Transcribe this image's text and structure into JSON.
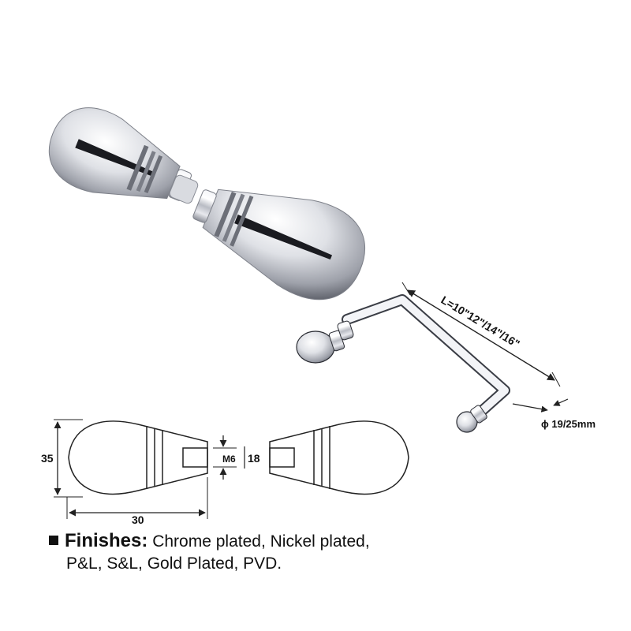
{
  "dimensions": {
    "height_35": "35",
    "length_30": "30",
    "thread_m6": "M6",
    "depth_18": "18",
    "bar_length": "L=10\"12\"/14\"/16\"",
    "diameter": "ϕ 19/25mm"
  },
  "finishes": {
    "label": "Finishes:",
    "line1": "Chrome plated, Nickel plated,",
    "line2": "P&L, S&L, Gold Plated, PVD."
  },
  "colors": {
    "chrome_light": "#ffffff",
    "chrome_mid": "#c9ccd3",
    "chrome_dark": "#3c3f47",
    "line": "#222222"
  }
}
